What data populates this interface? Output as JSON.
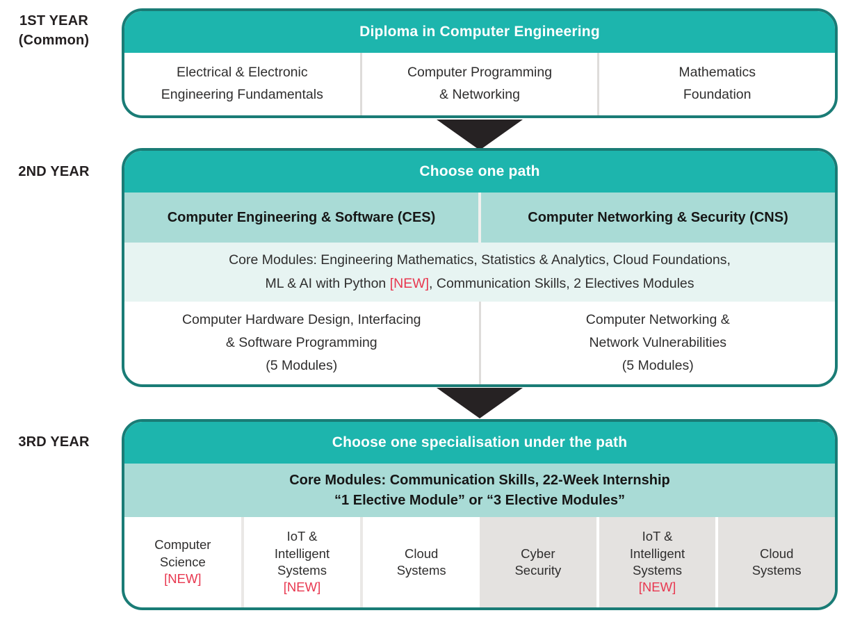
{
  "palette": {
    "teal": "#1db5ad",
    "teal_border": "#1a7c76",
    "teal_light": "#a9dbd6",
    "teal_pale": "#e7f4f2",
    "cell_gray": "#e4e2e0",
    "highlight_red": "#e8374f",
    "arrow_black": "#262223"
  },
  "year_labels": {
    "first": "1ST YEAR\n(Common)",
    "second": "2ND YEAR",
    "third": "3RD YEAR"
  },
  "year1": {
    "header": "Diploma in Computer Engineering",
    "cells": [
      "Electrical & Electronic\nEngineering Fundamentals",
      "Computer Programming\n& Networking",
      "Mathematics\nFoundation"
    ]
  },
  "year2": {
    "header": "Choose one path",
    "paths": [
      "Computer Engineering & Software (CES)",
      "Computer Networking & Security (CNS)"
    ],
    "core_line1": "Core Modules: Engineering Mathematics, Statistics & Analytics, Cloud Foundations,",
    "core_line2_pre": "ML & AI with Python ",
    "core_line2_new": "[NEW]",
    "core_line2_post": ", Communication Skills, 2 Electives Modules",
    "tracks": [
      "Computer Hardware Design, Interfacing\n& Software Programming\n(5 Modules)",
      "Computer Networking &\nNetwork Vulnerabilities\n(5 Modules)"
    ]
  },
  "year3": {
    "header": "Choose one specialisation under the path",
    "core_line1": "Core Modules: Communication Skills, 22-Week Internship",
    "core_line2": "“1 Elective Module” or “3 Elective Modules”",
    "specialisations": [
      {
        "name": "Computer\nScience",
        "new_tag": "[NEW]"
      },
      {
        "name": "IoT &\nIntelligent\nSystems",
        "new_tag": "[NEW]"
      },
      {
        "name": "Cloud\nSystems",
        "new_tag": ""
      },
      {
        "name": "Cyber\nSecurity",
        "new_tag": ""
      },
      {
        "name": "IoT &\nIntelligent\nSystems",
        "new_tag": "[NEW]"
      },
      {
        "name": "Cloud\nSystems",
        "new_tag": ""
      }
    ]
  }
}
